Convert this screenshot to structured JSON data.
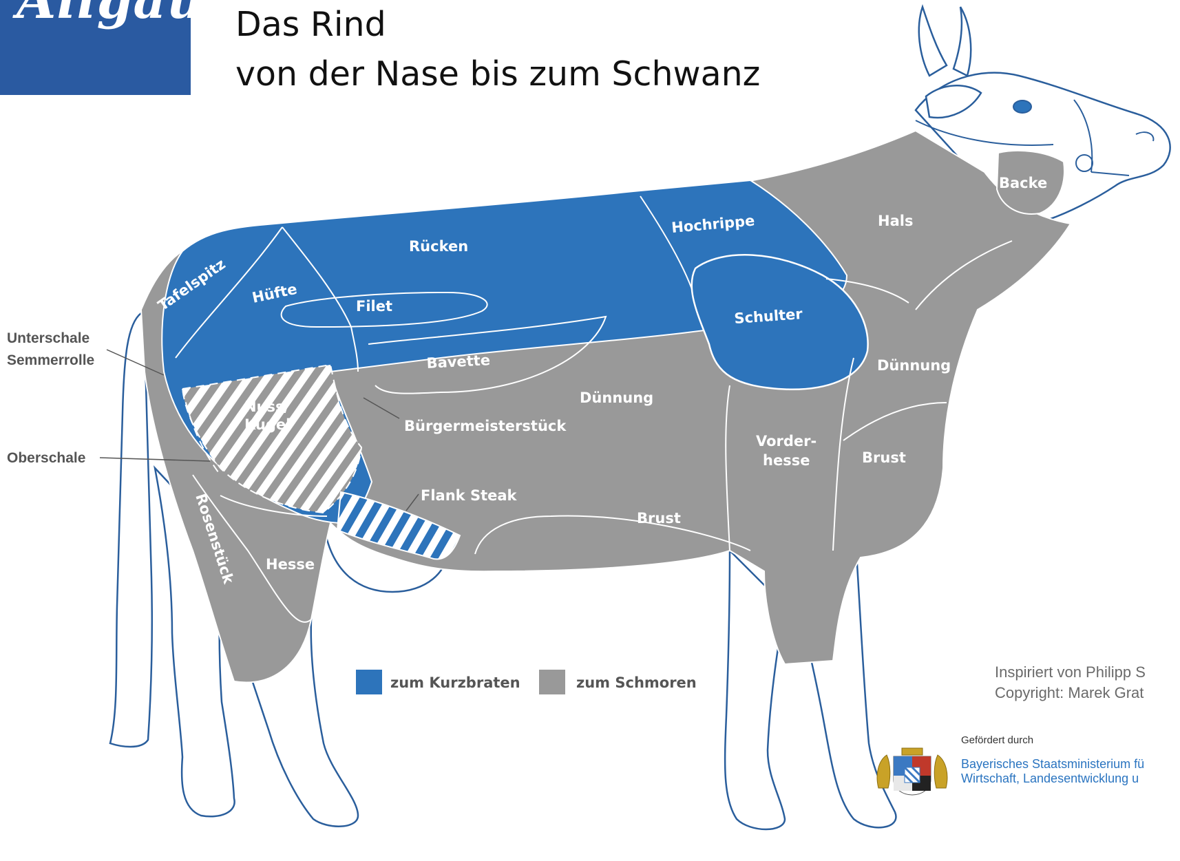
{
  "logo": {
    "text": "Allgäu"
  },
  "title": {
    "line1": "Das Rind",
    "line2": "von der Nase bis zum Schwanz"
  },
  "cuts": {
    "tafelspitz": "Tafelspitz",
    "huefte": "Hüfte",
    "ruecken": "Rücken",
    "hochrippe": "Hochrippe",
    "hals": "Hals",
    "backe": "Backe",
    "filet": "Filet",
    "schulter": "Schulter",
    "bavette": "Bavette",
    "duennung": "Dünnung",
    "duennung_front": "Dünnung",
    "nuss_line1": "Nuss/",
    "nuss_line2": "Kugel",
    "buergermeister": "Bürgermeisterstück",
    "vorderhesse_line1": "Vorder-",
    "vorderhesse_line2": "hesse",
    "brust_front": "Brust",
    "brust_belly": "Brust",
    "flank_steak": "Flank Steak",
    "rosenstueck": "Rosenstück",
    "hesse": "Hesse"
  },
  "side_labels": {
    "unterschale_line1": "Unterschale",
    "unterschale_line2": "Semmerrolle",
    "oberschale": "Oberschale"
  },
  "legend": {
    "kurzbraten": {
      "label": "zum Kurzbraten",
      "color": "#2d74bb"
    },
    "schmoren": {
      "label": "zum Schmoren",
      "color": "#999999"
    }
  },
  "colors": {
    "blue": "#2d74bb",
    "gray": "#999999",
    "outline": "#2a5e9c",
    "logo_bg": "#2a5aa1"
  },
  "credits": {
    "line1": "Inspiriert von Philipp S",
    "line2": "Copyright: Marek Grat"
  },
  "sponsor": {
    "label": "Gefördert durch",
    "ministry_line1": "Bayerisches Staatsministerium fü",
    "ministry_line2": "Wirtschaft, Landesentwicklung u",
    "crest_icon": "bavarian-coat-of-arms-icon"
  }
}
